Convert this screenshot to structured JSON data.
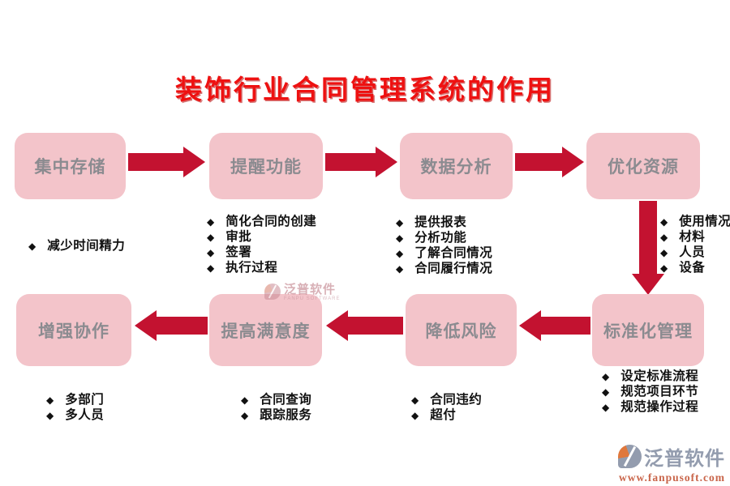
{
  "title": "装饰行业合同管理系统的作用",
  "bullet_glyph": "◆",
  "top_row": [
    {
      "label": "集中存储",
      "bullets": [
        "减少时间精力"
      ]
    },
    {
      "label": "提醒功能",
      "bullets": [
        "简化合同的创建",
        "审批",
        "签署",
        "执行过程"
      ]
    },
    {
      "label": "数据分析",
      "bullets": [
        "提供报表",
        "分析功能",
        "了解合同情况",
        "合同履行情况"
      ]
    },
    {
      "label": "优化资源",
      "bullets": [
        "使用情况",
        "材料",
        "人员",
        "设备"
      ]
    }
  ],
  "bottom_row": [
    {
      "label": "增强协作",
      "bullets": [
        "多部门",
        "多人员"
      ]
    },
    {
      "label": "提高满意度",
      "bullets": [
        "合同查询",
        "跟踪服务"
      ]
    },
    {
      "label": "降低风险",
      "bullets": [
        "合同违约",
        "超付"
      ]
    },
    {
      "label": "标准化管理",
      "bullets": [
        "设定标准流程",
        "规范项目环节",
        "规范操作过程"
      ]
    }
  ],
  "watermark": {
    "name": "泛普软件",
    "subtitle": "FANPU SOFTWARE"
  },
  "logo": {
    "name": "泛普软件",
    "url": "www.fanpusoft.com"
  },
  "colors": {
    "box_fill": "#f3c4ca",
    "box_text": "#8b8b90",
    "arrow": "#c31230",
    "title": "#ee1111",
    "logo_gray": "#939cae",
    "logo_orange": "#e0783c",
    "url_text": "#c9654a"
  }
}
